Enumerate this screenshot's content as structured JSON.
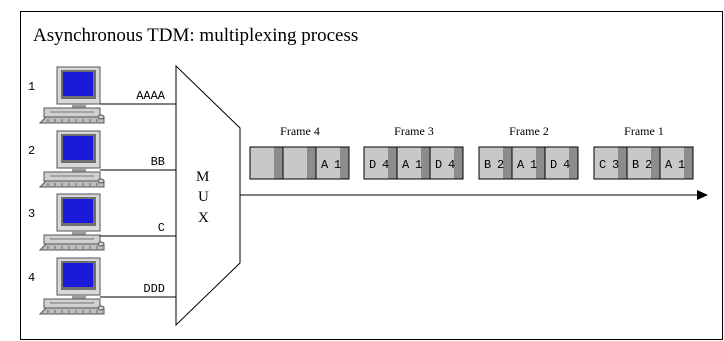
{
  "title": "Asynchronous TDM: multiplexing process",
  "mux_label": [
    "M",
    "U",
    "X"
  ],
  "computers": [
    {
      "number": "1",
      "data": "AAAA"
    },
    {
      "number": "2",
      "data": "BB"
    },
    {
      "number": "3",
      "data": "C"
    },
    {
      "number": "4",
      "data": "DDD"
    }
  ],
  "frames": [
    {
      "label": "Frame 4",
      "cells": [
        {
          "addr": "",
          "data": ""
        },
        {
          "addr": "",
          "data": ""
        },
        {
          "addr": "A",
          "data": "1"
        }
      ]
    },
    {
      "label": "Frame 3",
      "cells": [
        {
          "addr": "D",
          "data": "4"
        },
        {
          "addr": "A",
          "data": "1"
        },
        {
          "addr": "D",
          "data": "4"
        }
      ]
    },
    {
      "label": "Frame 2",
      "cells": [
        {
          "addr": "B",
          "data": "2"
        },
        {
          "addr": "A",
          "data": "1"
        },
        {
          "addr": "D",
          "data": "4"
        }
      ]
    },
    {
      "label": "Frame 1",
      "cells": [
        {
          "addr": "C",
          "data": "3"
        },
        {
          "addr": "B",
          "data": "2"
        },
        {
          "addr": "A",
          "data": "1"
        }
      ]
    }
  ],
  "colors": {
    "cell_light": "#c8c8c8",
    "cell_dark": "#8c8c8c",
    "monitor_screen": "#1a1ad8",
    "pc_body": "#d0d0d0"
  }
}
